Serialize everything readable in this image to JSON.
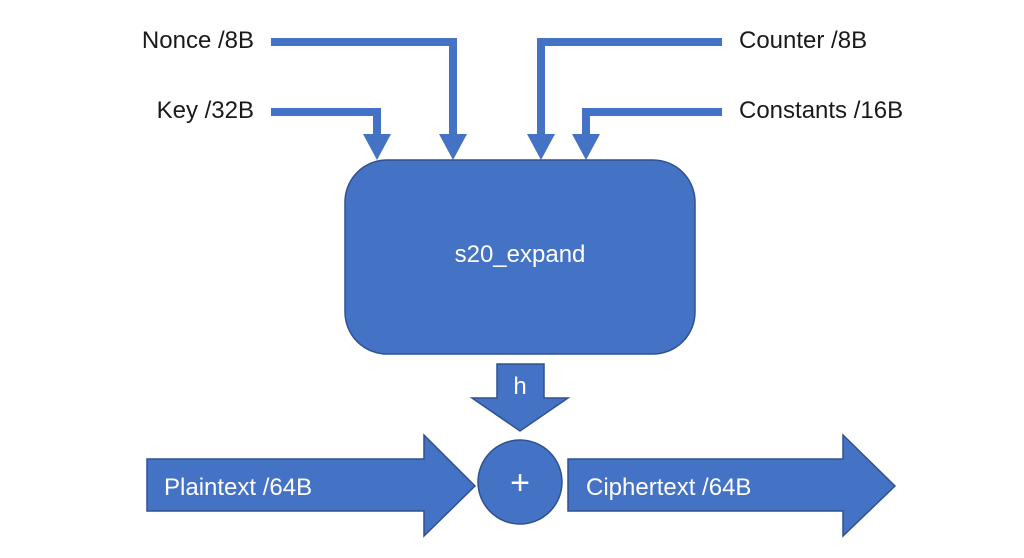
{
  "colors": {
    "shape_fill": "#4472c4",
    "shape_stroke": "#2f528f",
    "dark_text": "#1a1a1a",
    "light_text": "#ffffff"
  },
  "inputs": {
    "nonce": "Nonce /8B",
    "key": "Key /32B",
    "counter": "Counter /8B",
    "constants": "Constants /16B"
  },
  "block": {
    "label": "s20_expand"
  },
  "output": {
    "h_label": "h"
  },
  "combiner": {
    "symbol": "+"
  },
  "plaintext": {
    "label": "Plaintext /64B"
  },
  "ciphertext": {
    "label": "Ciphertext /64B"
  }
}
